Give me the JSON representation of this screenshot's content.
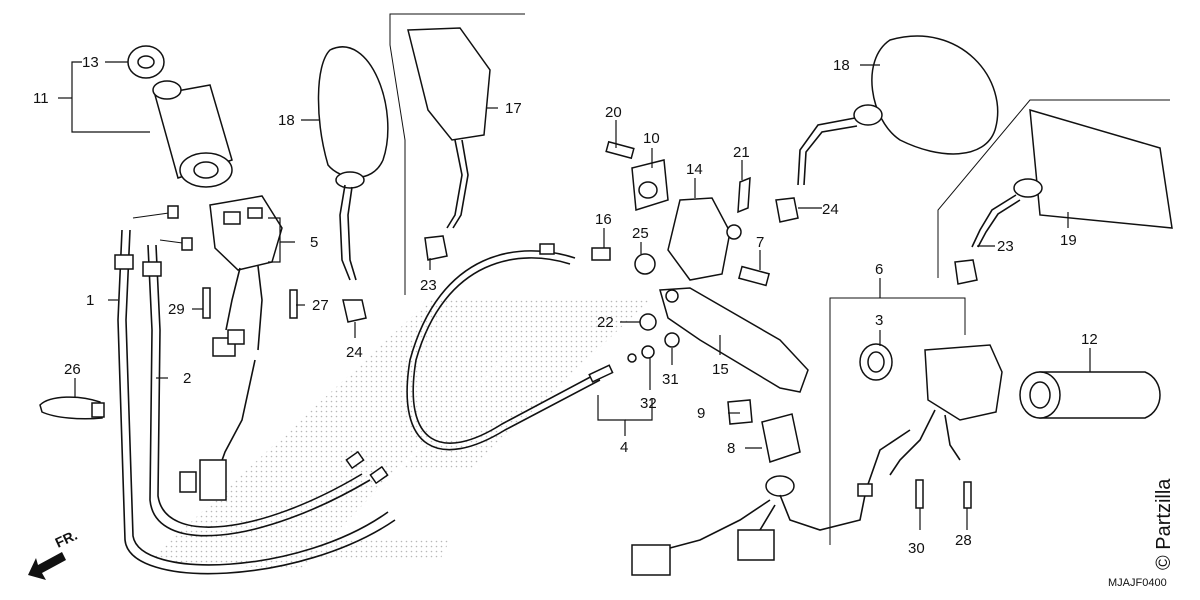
{
  "labels": {
    "p1": "1",
    "p2": "2",
    "p3": "3",
    "p4": "4",
    "p5": "5",
    "p6": "6",
    "p7": "7",
    "p8": "8",
    "p9": "9",
    "p10": "10",
    "p11": "11",
    "p12": "12",
    "p13": "13",
    "p14": "14",
    "p15": "15",
    "p16": "16",
    "p17": "17",
    "p18a": "18",
    "p18b": "18",
    "p19": "19",
    "p20": "20",
    "p21": "21",
    "p22": "22",
    "p23a": "23",
    "p23b": "23",
    "p24a": "24",
    "p24b": "24",
    "p24c": "24",
    "p25": "25",
    "p26": "26",
    "p27": "27",
    "p28": "28",
    "p29": "29",
    "p30": "30",
    "p31": "31",
    "p32": "32"
  },
  "front_marker": "FR.",
  "diagram_code": "MJAJF0400",
  "watermark": "© Partzilla",
  "colors": {
    "ink": "#111111",
    "background": "#ffffff",
    "halftone": "#b8b8b8"
  }
}
